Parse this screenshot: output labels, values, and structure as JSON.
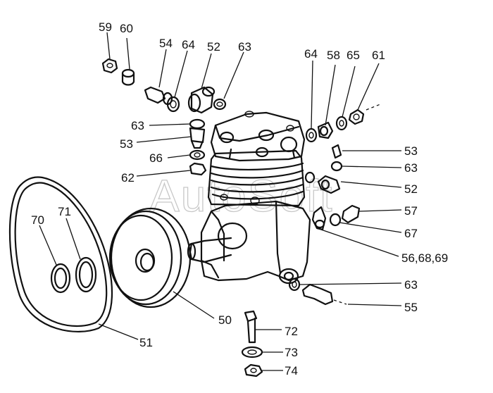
{
  "watermark": "AutoSoft",
  "callouts": [
    {
      "id": "c59",
      "text": "59"
    },
    {
      "id": "c60",
      "text": "60"
    },
    {
      "id": "c54",
      "text": "54"
    },
    {
      "id": "c64a",
      "text": "64"
    },
    {
      "id": "c52a",
      "text": "52"
    },
    {
      "id": "c63a",
      "text": "63"
    },
    {
      "id": "c64b",
      "text": "64"
    },
    {
      "id": "c58",
      "text": "58"
    },
    {
      "id": "c65",
      "text": "65"
    },
    {
      "id": "c61",
      "text": "61"
    },
    {
      "id": "c63b",
      "text": "63"
    },
    {
      "id": "c53a",
      "text": "53"
    },
    {
      "id": "c66",
      "text": "66"
    },
    {
      "id": "c62",
      "text": "62"
    },
    {
      "id": "c53b",
      "text": "53"
    },
    {
      "id": "c63c",
      "text": "63"
    },
    {
      "id": "c52b",
      "text": "52"
    },
    {
      "id": "c57",
      "text": "57"
    },
    {
      "id": "c67",
      "text": "67"
    },
    {
      "id": "c56",
      "text": "56,68,69"
    },
    {
      "id": "c63d",
      "text": "63"
    },
    {
      "id": "c55",
      "text": "55"
    },
    {
      "id": "c70",
      "text": "70"
    },
    {
      "id": "c71",
      "text": "71"
    },
    {
      "id": "c50",
      "text": "50"
    },
    {
      "id": "c51",
      "text": "51"
    },
    {
      "id": "c72",
      "text": "72"
    },
    {
      "id": "c73",
      "text": "73"
    },
    {
      "id": "c74",
      "text": "74"
    }
  ]
}
